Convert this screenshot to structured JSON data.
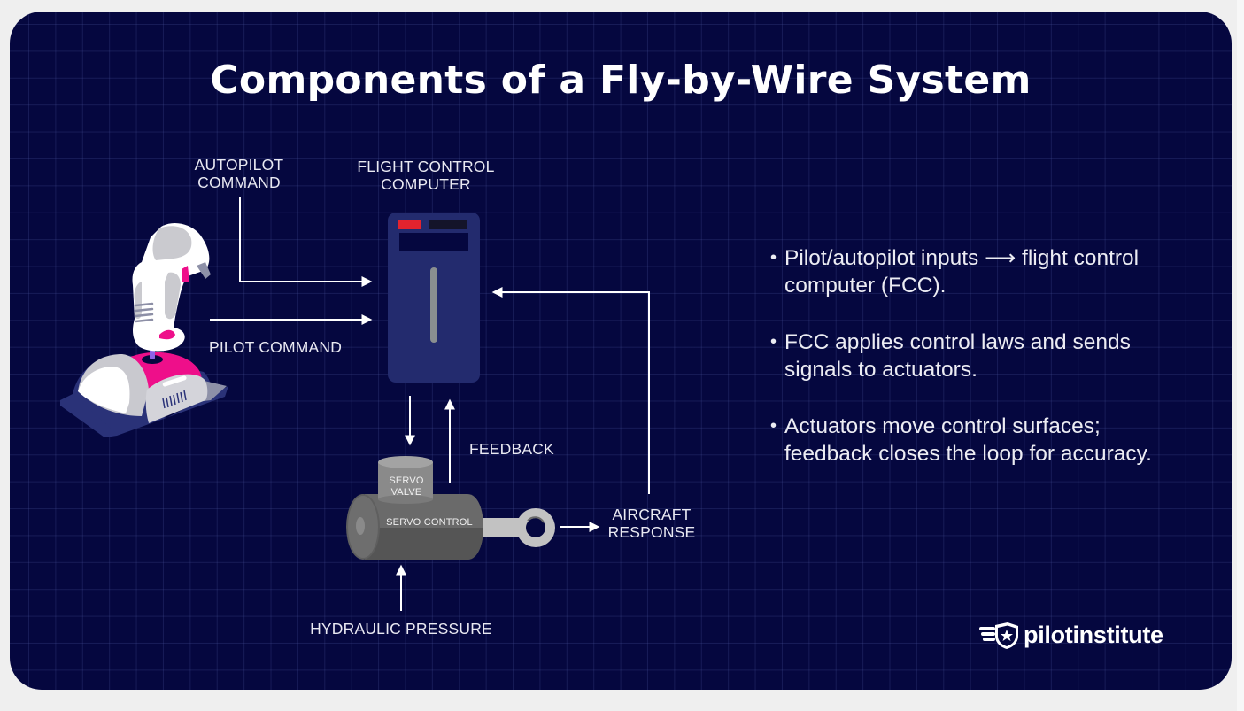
{
  "title": "Components of a Fly-by-Wire System",
  "labels": {
    "autopilot_command": [
      "AUTOPILOT",
      "COMMAND"
    ],
    "flight_control_computer": [
      "FLIGHT CONTROL",
      "COMPUTER"
    ],
    "pilot_command": "PILOT COMMAND",
    "feedback": "FEEDBACK",
    "servo_valve": [
      "SERVO",
      "VALVE"
    ],
    "servo_control": "SERVO CONTROL",
    "aircraft_response": [
      "AIRCRAFT",
      "RESPONSE"
    ],
    "hydraulic_pressure": "HYDRAULIC PRESSURE"
  },
  "bullets": [
    {
      "text": "Pilot/autopilot inputs ⟶ flight control computer (FCC)."
    },
    {
      "text": "FCC applies control laws and sends signals to actuators."
    },
    {
      "text": "Actuators move control surfaces; feedback closes the loop for accuracy."
    }
  ],
  "bullet_marker": "•",
  "brand": {
    "name": "pilotinstitute",
    "logo_icon": "shield-star-wings-icon"
  },
  "colors": {
    "background": "#05073f",
    "grid": "#2a3070",
    "fcc_body": "#232b6e",
    "indicator_red": "#e3232e",
    "joystick_pink": "#f0108a",
    "servo_gray": "#6b6b6b",
    "text": "#ffffff"
  }
}
